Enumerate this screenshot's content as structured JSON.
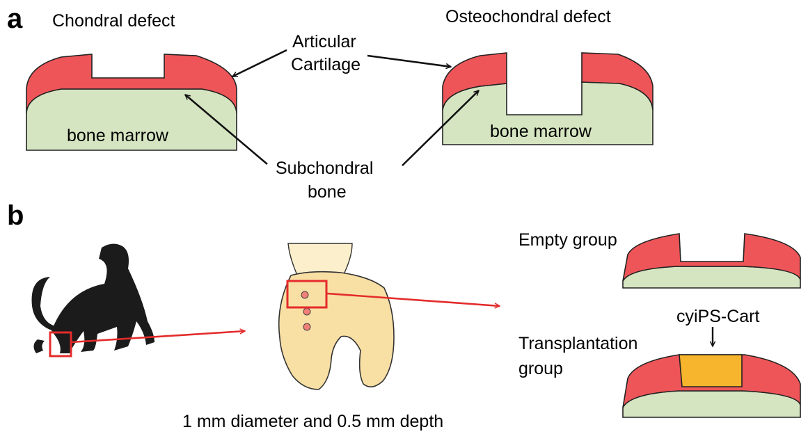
{
  "panel_a": {
    "letter": "a",
    "chondral_title": "Chondral defect",
    "osteochondral_title": "Osteochondral defect",
    "articular_label_line1": "Articular",
    "articular_label_line2": "Cartilage",
    "bone_marrow_left": "bone marrow",
    "bone_marrow_right": "bone marrow",
    "subchondral_label_line1": "Subchondral",
    "subchondral_label_line2": "bone"
  },
  "panel_b": {
    "letter": "b",
    "empty_group_label": "Empty group",
    "cell_label": "cyiPS-Cart",
    "transplant_label_line1": "Transplantation",
    "transplant_label_line2": "group",
    "defect_size_caption": "1 mm diameter and 0.5 mm depth"
  },
  "colors": {
    "cartilage": "#ee5558",
    "bone": "#d6e5c1",
    "implant": "#f6b52c",
    "femur": "#f8dfa4",
    "femur_shaft": "#fcefcb",
    "highlight_arrow": "#e32b2b",
    "defect_dot": "#ef7f77",
    "monkey": "#1b1b1b"
  },
  "icons": {
    "monkey": "monkey-silhouette-icon",
    "femur": "knee-femur-icon"
  }
}
